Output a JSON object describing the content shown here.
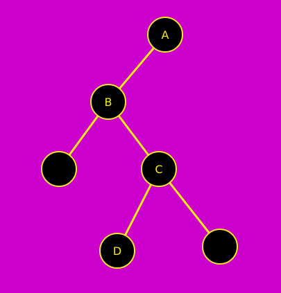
{
  "diagram": {
    "type": "binary-tree",
    "nodes": [
      {
        "id": "A",
        "label": "A"
      },
      {
        "id": "B",
        "label": "B"
      },
      {
        "id": "B-left",
        "label": ""
      },
      {
        "id": "C",
        "label": "C"
      },
      {
        "id": "D",
        "label": "D"
      },
      {
        "id": "C-right",
        "label": ""
      }
    ],
    "edges": [
      {
        "from": "A",
        "to": "B"
      },
      {
        "from": "B",
        "to": "B-left"
      },
      {
        "from": "B",
        "to": "C"
      },
      {
        "from": "C",
        "to": "D"
      },
      {
        "from": "C",
        "to": "C-right"
      }
    ]
  },
  "colors": {
    "background": "#cc00cc",
    "node_fill": "#000000",
    "node_stroke": "#f5e81c",
    "edge": "#f5e81c",
    "label": "#f5e81c"
  }
}
